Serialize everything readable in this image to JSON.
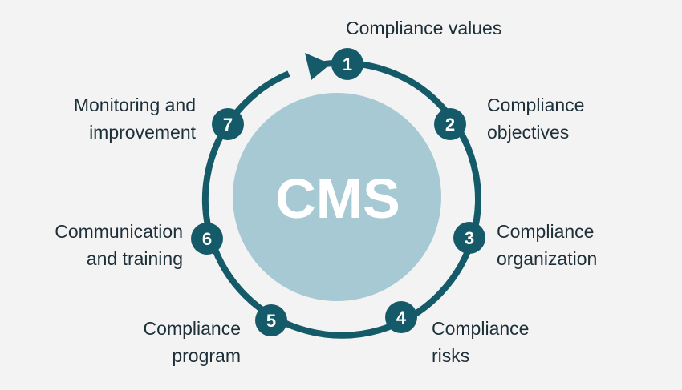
{
  "center_label": "CMS",
  "colors": {
    "ring": "#145a68",
    "core": "#a7c9d4",
    "background": "#f3f3f3"
  },
  "steps": [
    {
      "num": "1",
      "label_lines": [
        "Compliance values"
      ]
    },
    {
      "num": "2",
      "label_lines": [
        "Compliance",
        "objectives"
      ]
    },
    {
      "num": "3",
      "label_lines": [
        "Compliance",
        "organization"
      ]
    },
    {
      "num": "4",
      "label_lines": [
        "Compliance",
        "risks"
      ]
    },
    {
      "num": "5",
      "label_lines": [
        "Compliance",
        "program"
      ]
    },
    {
      "num": "6",
      "label_lines": [
        "Communication",
        "and training"
      ]
    },
    {
      "num": "7",
      "label_lines": [
        "Monitoring and",
        "improvement"
      ]
    }
  ]
}
